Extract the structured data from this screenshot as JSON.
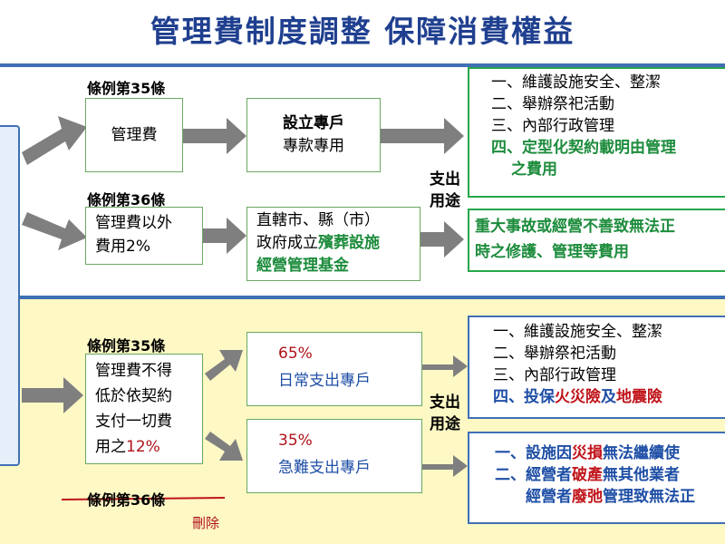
{
  "title": "管理費制度調整  保障消費權益",
  "top": {
    "art35_label": "條例第35條",
    "art36_label": "條例第36條",
    "mgmt_fee": "管理費",
    "account_line1": "設立專戶",
    "account_line2": "專款專用",
    "other_fee_line1": "管理費以外",
    "other_fee_line2": "費用2%",
    "fund_line1": "直轄市、縣（市）",
    "fund_line2a": "政府成立",
    "fund_line2b": "殯葬設施",
    "fund_line3": "經營管理基金",
    "usage_line1": "支出",
    "usage_line2": "用途",
    "uses": [
      "一、維護設施安全、整潔",
      "二、舉辦祭祀活動",
      "三、內部行政管理"
    ],
    "use4_line1": "四、定型化契約載明由管理",
    "use4_line2": "之費用",
    "fund_use_line1": "重大事故或經營不善致無法正",
    "fund_use_line2": "時之修護、管理等費用"
  },
  "bottom": {
    "art35_label": "條例第35條",
    "art36_label": "條例第36條",
    "deleted": "刪除",
    "min_fee_line1": "管理費不得",
    "min_fee_line2": "低於依契約",
    "min_fee_line3": "支付一切費",
    "min_fee_line4a": "用之",
    "min_fee_line4b": "12%",
    "daily_pct": "65%",
    "daily_label": "日常支出專戶",
    "emergency_pct": "35%",
    "emergency_label": "急難支出專戶",
    "usage_line1": "支出",
    "usage_line2": "用途",
    "uses": [
      "一、維護設施安全、整潔",
      "二、舉辦祭祀活動",
      "三、內部行政管理"
    ],
    "use4a": "四、投保",
    "use4b": "火災險",
    "use4c": "及",
    "use4d": "地震險",
    "em1a": "一、設施因",
    "em1b": "災損",
    "em1c": "無法繼續使",
    "em2a": "二、經營者",
    "em2b": "破產",
    "em2c": "無其他業者",
    "em3a": "經營者",
    "em3b": "廢弛",
    "em3c": "管理致無法",
    "em3d": "正"
  },
  "colors": {
    "title": "#1f3f8f",
    "divider": "#3f6fb5",
    "bottom_background": "#fdf8c4",
    "arrow": "#7f7f7f",
    "green": "#1d8c3c",
    "red": "#c0141b",
    "blue": "#1f4fa6"
  }
}
